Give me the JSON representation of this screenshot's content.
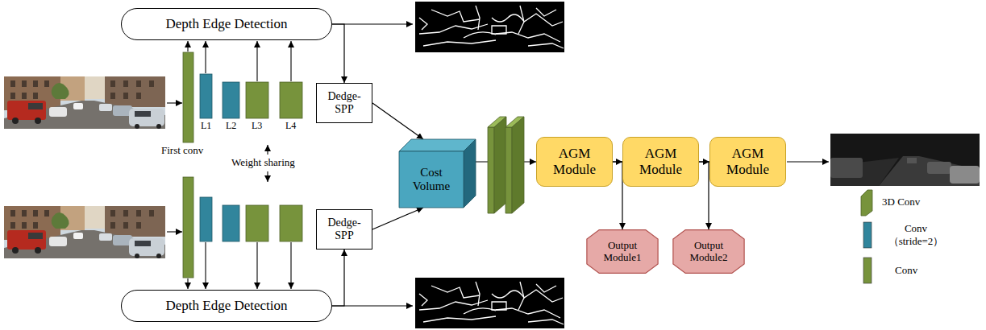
{
  "diagram": {
    "nodes": [
      {
        "text": [
          "Depth Edge Detection"
        ]
      },
      {
        "text": [
          "Dedge-SPP"
        ]
      },
      {
        "text": [
          "Dedge-SPP"
        ]
      },
      {
        "text": [
          "Depth Edge Detection"
        ]
      },
      {
        "text": [
          "Cost Volume"
        ]
      },
      {
        "text": [
          "AGM Module"
        ]
      },
      {
        "text": [
          "AGM Module"
        ]
      },
      {
        "text": [
          "AGM Module"
        ]
      },
      {
        "text": [
          "Output Module1"
        ]
      },
      {
        "text": [
          "Output Module2"
        ]
      }
    ],
    "edges": [
      {
        "from": 0,
        "to": 1,
        "arrow": "to"
      },
      {
        "from": 3,
        "to": 2,
        "arrow": "to"
      },
      {
        "from": 1,
        "to": 4,
        "arrow": "to"
      },
      {
        "from": 2,
        "to": 4,
        "arrow": "to"
      },
      {
        "from": 4,
        "to": 5,
        "arrow": "to"
      },
      {
        "from": 5,
        "to": 6,
        "arrow": "to"
      },
      {
        "from": 6,
        "to": 7,
        "arrow": "to"
      },
      {
        "from": 5,
        "to": 8,
        "arrow": "to"
      },
      {
        "from": 6,
        "to": 9,
        "arrow": "to"
      }
    ],
    "labels": [
      "First conv",
      "L1",
      "L2",
      "L3",
      "L4",
      "Weight sharing"
    ],
    "legend": [
      {
        "text": "3D Conv",
        "color": "#77933c"
      },
      {
        "text": "Conv （stride=2）",
        "color": "#31859c"
      },
      {
        "text": "Conv",
        "color": "#77933c"
      }
    ]
  }
}
